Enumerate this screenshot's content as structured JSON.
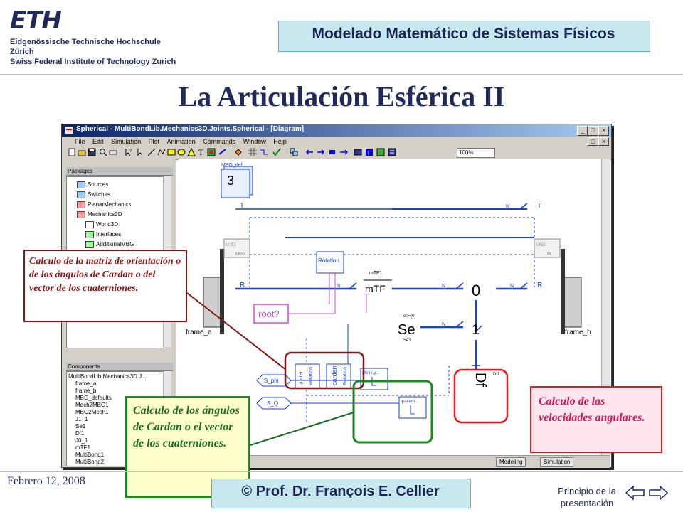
{
  "header": {
    "logo_text": "ETH",
    "institution_line1": "Eidgenössische Technische Hochschule Zürich",
    "institution_line2": "Swiss Federal Institute of Technology Zurich",
    "course_title": "Modelado Matemático de Sistemas Físicos"
  },
  "slide_title": "La Articulación Esférica II",
  "window": {
    "title": "Spherical - MultiBondLib.Mechanics3D.Joints.Spherical - [Diagram]",
    "menu": [
      "File",
      "Edit",
      "Simulation",
      "Plot",
      "Animation",
      "Commands",
      "Window",
      "Help"
    ],
    "zoom": "100%",
    "packages": {
      "header": "Packages",
      "items": [
        "Sources",
        "Switches",
        "PlanarMechanics",
        "Mechanics3D",
        "World3D",
        "Interfaces",
        "AdditionalMBG"
      ]
    },
    "components": {
      "header": "Components",
      "items": [
        "MultiBondLib.Mechanics3D.J...",
        "frame_a",
        "frame_b",
        "MBG_defaults",
        "Mech2MBG1",
        "MBG2Mech1",
        "J1_1",
        "Se1",
        "Df1",
        "J0_1",
        "mTF1",
        "MultiBond1",
        "MultiBond2"
      ]
    },
    "status_tabs": [
      "Modeling",
      "Simulation"
    ],
    "diagram": {
      "mbg_block": "MBG_def...",
      "mbg_number": "3",
      "label_T": "T",
      "label_R": "R",
      "label_N": "N",
      "label_M": "M",
      "label_m3d": "M 3D",
      "label_mbg": "MBG",
      "rotation": "Rotation",
      "mtf_name": "mTF1",
      "mtf": "mTF",
      "junction0": "0",
      "junction1": "1",
      "se": "Se",
      "se_param": "e0=(0)",
      "se_name": "Se1",
      "df": "Df",
      "df_name": "Df1",
      "root": "root?",
      "quater": "quater",
      "cardan": "cardan",
      "rotation_short": "Rotation",
      "s_phi": "S_phi",
      "s_q": "S_Q",
      "phi_block": "phi (x,y...",
      "quatern_block": "quatern...",
      "frame_a": "frame_a",
      "frame_b": "frame_b"
    }
  },
  "callouts": {
    "orientation": "Calculo de la matriz de orientación o de los ángulos de Cardan o del vector de los cuaterniones.",
    "cardan": "Calculo de los ángulos de Cardan o el vector de los cuaterniones.",
    "angular": "Calculo de las velocidades angulares."
  },
  "footer": {
    "date": "Febrero 12, 2008",
    "author": "© Prof. Dr. François E. Cellier",
    "nav_text": "Principio de la presentación"
  },
  "colors": {
    "title_navy": "#1f2a5a",
    "course_box": "#c8e8f0",
    "callout_red": "#8a1515",
    "callout_green": "#1b8a24",
    "callout_pink": "#e11b1b",
    "diagram_blue": "#1a3fd1",
    "diagram_pink": "#e040e0"
  }
}
